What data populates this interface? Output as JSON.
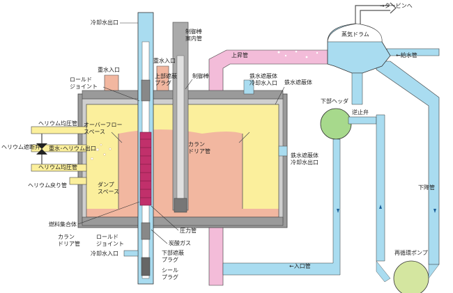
{
  "labels": {
    "coolant_out": "冷却水出口",
    "control_rod_guide_1": "制御棒",
    "control_rod_guide_2": "案内管",
    "to_turbine": "→タービンへ",
    "steam_drum": "蒸気ドラム",
    "riser": "上昇管",
    "feedwater": "←給水管",
    "heavy_water_in_top": "重水入口",
    "heavy_water_in_left": "重水入口",
    "upper_shield_1": "上部遮蔽",
    "upper_shield_2": "プラグ",
    "control_rod": "制御棒",
    "rolled_joint_top_1": "ロールド",
    "rolled_joint_top_2": "ジョイント",
    "iron_water_shield_in_1": "鉄水遮蔽体",
    "iron_water_shield_in_2": "冷却水入口",
    "iron_water_shield": "鉄水遮蔽体",
    "lower_header": "下部ヘッダ",
    "check_valve": "逆止弁",
    "helium_equalizer_top": "ヘリウム均圧管",
    "overflow_space_1": "オーバーフロー",
    "overflow_space_2": "スペース",
    "helium_shutoff_valve": "ヘリウム遮断弁",
    "heavy_water_helium_out": "重水･ヘリウム出口",
    "helium_equalizer_bottom": "ヘリウム均圧管",
    "calandria_tube_center_1": "カラン",
    "calandria_tube_center_2": "ドリア管",
    "iron_water_shield_out_1": "鉄水遮蔽体",
    "iron_water_shield_out_2": "冷却水出口",
    "helium_return": "ヘリウム戻り管",
    "dump_space_1": "ダンプ",
    "dump_space_2": "スペース",
    "downcomer": "下降管",
    "fuel_assembly": "燃料集合体",
    "pressure_tube": "圧力管",
    "calandria_tube_left_1": "カラン",
    "calandria_tube_left_2": "ドリア管",
    "rolled_joint_bottom_1": "ロールド",
    "rolled_joint_bottom_2": "ジョイント",
    "co2_gas": "炭酸ガス",
    "lower_shield_1": "下部遮蔽",
    "lower_shield_2": "プラグ",
    "coolant_in": "冷却水入口",
    "seal_plug_1": "シール",
    "seal_plug_2": "プラグ",
    "inlet_pipe": "←入口管",
    "recirculation_pump": "再循環ポンプ"
  },
  "colors": {
    "water_blue": "#a9dcf0",
    "steam_pink": "#f3bcd9",
    "heavy_water_salmon": "#f2b7a0",
    "helium_yellow": "#fbef9c",
    "shield_gray": "#aaaaaa",
    "header_green": "#a7d98c",
    "pump_green": "#d4e6a0",
    "fuel_red": "#c1306b"
  }
}
